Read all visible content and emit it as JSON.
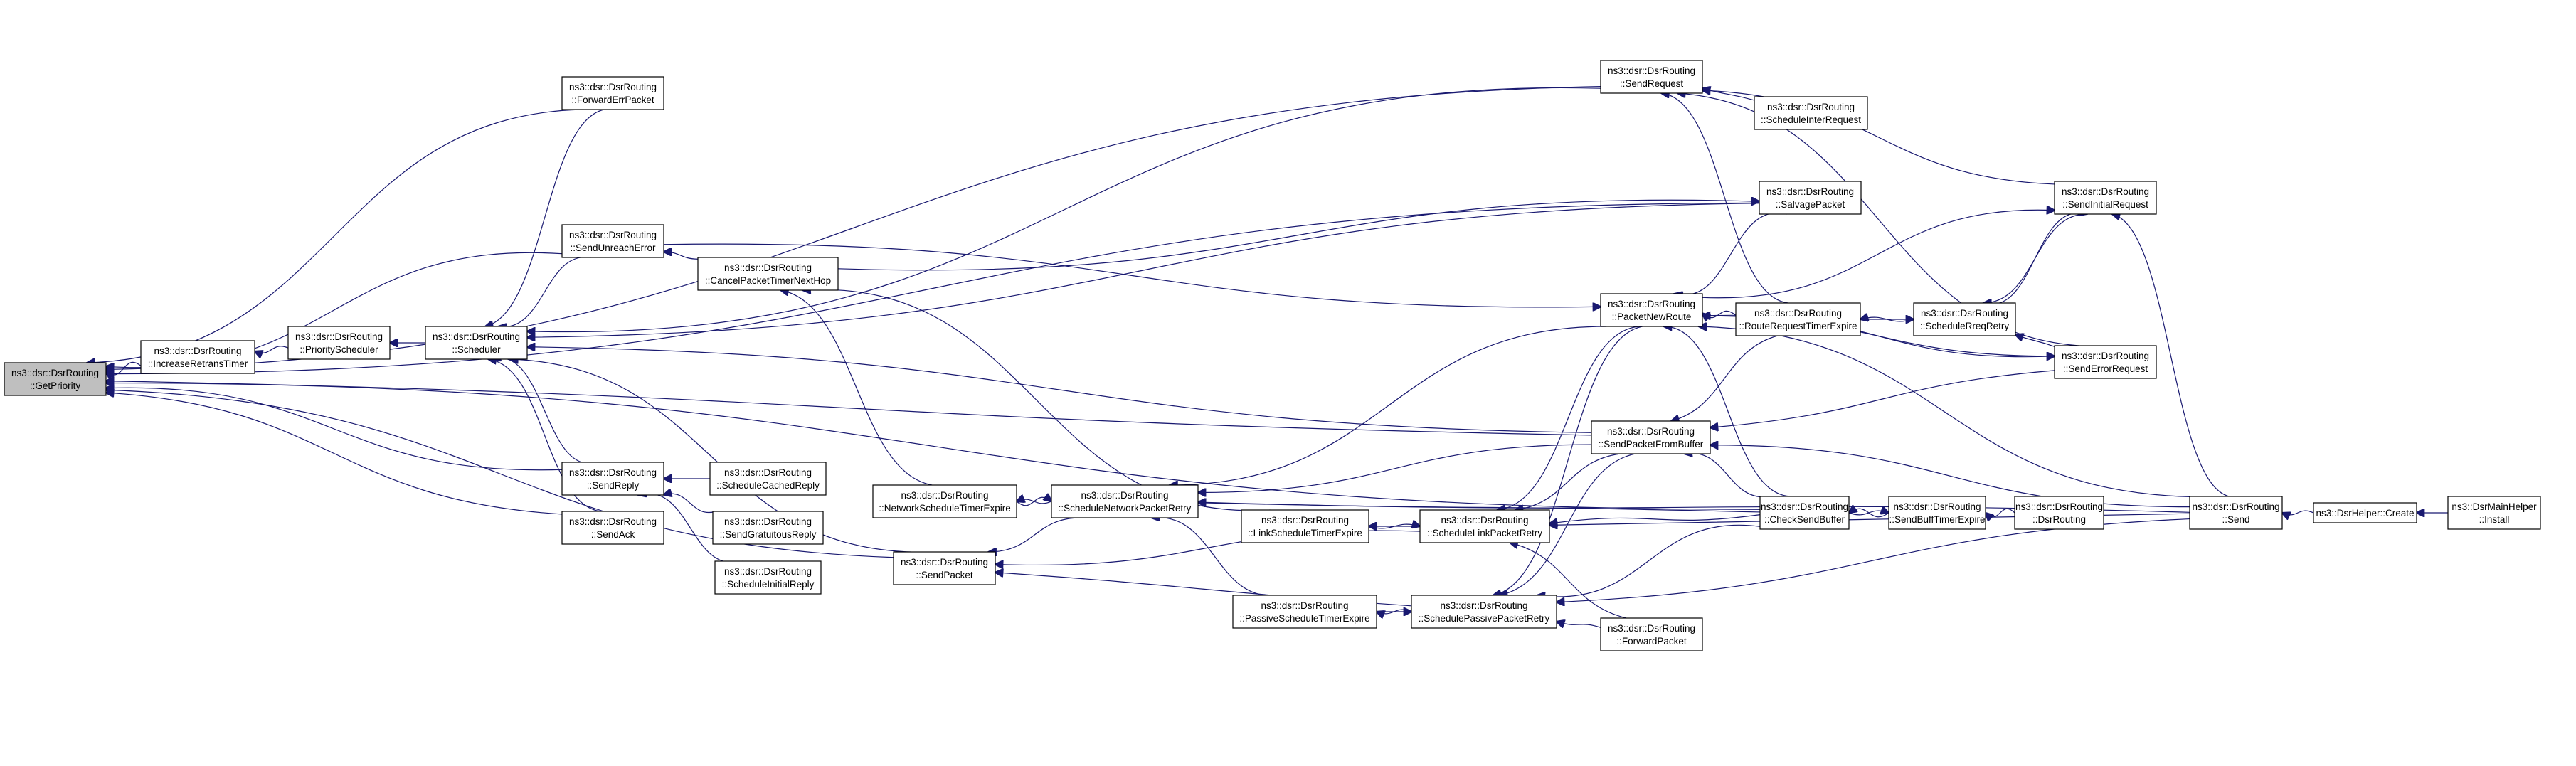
{
  "diagram": {
    "type": "call-graph",
    "title": "Caller graph of ns3::dsr::DsrRouting::GetPriority",
    "root": "GetPriority",
    "nodes": [
      {
        "id": "GetPriority",
        "line1": "ns3::dsr::DsrRouting",
        "line2": "::GetPriority",
        "highlighted": true
      },
      {
        "id": "IncreaseRetransTimer",
        "line1": "ns3::dsr::DsrRouting",
        "line2": "::IncreaseRetransTimer"
      },
      {
        "id": "PriorityScheduler",
        "line1": "ns3::dsr::DsrRouting",
        "line2": "::PriorityScheduler"
      },
      {
        "id": "Scheduler",
        "line1": "ns3::dsr::DsrRouting",
        "line2": "::Scheduler"
      },
      {
        "id": "ForwardErrPacket",
        "line1": "ns3::dsr::DsrRouting",
        "line2": "::ForwardErrPacket"
      },
      {
        "id": "SendUnreachError",
        "line1": "ns3::dsr::DsrRouting",
        "line2": "::SendUnreachError"
      },
      {
        "id": "CancelPacketTimerNextHop",
        "line1": "ns3::dsr::DsrRouting",
        "line2": "::CancelPacketTimerNextHop"
      },
      {
        "id": "SendReply",
        "line1": "ns3::dsr::DsrRouting",
        "line2": "::SendReply"
      },
      {
        "id": "SendAck",
        "line1": "ns3::dsr::DsrRouting",
        "line2": "::SendAck"
      },
      {
        "id": "ScheduleCachedReply",
        "line1": "ns3::dsr::DsrRouting",
        "line2": "::ScheduleCachedReply"
      },
      {
        "id": "SendGratuitousReply",
        "line1": "ns3::dsr::DsrRouting",
        "line2": "::SendGratuitousReply"
      },
      {
        "id": "ScheduleInitialReply",
        "line1": "ns3::dsr::DsrRouting",
        "line2": "::ScheduleInitialReply"
      },
      {
        "id": "SendPacket",
        "line1": "ns3::dsr::DsrRouting",
        "line2": "::SendPacket"
      },
      {
        "id": "NetworkScheduleTimerExpire",
        "line1": "ns3::dsr::DsrRouting",
        "line2": "::NetworkScheduleTimerExpire"
      },
      {
        "id": "ScheduleNetworkPacketRetry",
        "line1": "ns3::dsr::DsrRouting",
        "line2": "::ScheduleNetworkPacketRetry"
      },
      {
        "id": "LinkScheduleTimerExpire",
        "line1": "ns3::dsr::DsrRouting",
        "line2": "::LinkScheduleTimerExpire"
      },
      {
        "id": "ScheduleLinkPacketRetry",
        "line1": "ns3::dsr::DsrRouting",
        "line2": "::ScheduleLinkPacketRetry"
      },
      {
        "id": "PassiveScheduleTimerExpire",
        "line1": "ns3::dsr::DsrRouting",
        "line2": "::PassiveScheduleTimerExpire"
      },
      {
        "id": "SchedulePassivePacketRetry",
        "line1": "ns3::dsr::DsrRouting",
        "line2": "::SchedulePassivePacketRetry"
      },
      {
        "id": "SendRequest",
        "line1": "ns3::dsr::DsrRouting",
        "line2": "::SendRequest"
      },
      {
        "id": "ScheduleInterRequest",
        "line1": "ns3::dsr::DsrRouting",
        "line2": "::ScheduleInterRequest"
      },
      {
        "id": "SalvagePacket",
        "line1": "ns3::dsr::DsrRouting",
        "line2": "::SalvagePacket"
      },
      {
        "id": "PacketNewRoute",
        "line1": "ns3::dsr::DsrRouting",
        "line2": "::PacketNewRoute"
      },
      {
        "id": "RouteRequestTimerExpire",
        "line1": "ns3::dsr::DsrRouting",
        "line2": "::RouteRequestTimerExpire"
      },
      {
        "id": "SendPacketFromBuffer",
        "line1": "ns3::dsr::DsrRouting",
        "line2": "::SendPacketFromBuffer"
      },
      {
        "id": "ForwardPacket",
        "line1": "ns3::dsr::DsrRouting",
        "line2": "::ForwardPacket"
      },
      {
        "id": "CheckSendBuffer",
        "line1": "ns3::dsr::DsrRouting",
        "line2": "::CheckSendBuffer"
      },
      {
        "id": "SendBuffTimerExpire",
        "line1": "ns3::dsr::DsrRouting",
        "line2": "::SendBuffTimerExpire"
      },
      {
        "id": "DsrRoutingCtor",
        "line1": "ns3::dsr::DsrRouting",
        "line2": "::DsrRouting"
      },
      {
        "id": "SendInitialRequest",
        "line1": "ns3::dsr::DsrRouting",
        "line2": "::SendInitialRequest"
      },
      {
        "id": "ScheduleRreqRetry",
        "line1": "ns3::dsr::DsrRouting",
        "line2": "::ScheduleRreqRetry"
      },
      {
        "id": "SendErrorRequest",
        "line1": "ns3::dsr::DsrRouting",
        "line2": "::SendErrorRequest"
      },
      {
        "id": "Send",
        "line1": "ns3::dsr::DsrRouting",
        "line2": "::Send"
      },
      {
        "id": "DsrHelperCreate",
        "line1": "ns3::DsrHelper::Create",
        "line2": ""
      },
      {
        "id": "DsrMainHelperInstall",
        "line1": "ns3::DsrMainHelper",
        "line2": "::Install"
      }
    ],
    "edges": [
      [
        "IncreaseRetransTimer",
        "GetPriority"
      ],
      [
        "PriorityScheduler",
        "IncreaseRetransTimer"
      ],
      [
        "Scheduler",
        "PriorityScheduler"
      ],
      [
        "ForwardErrPacket",
        "GetPriority"
      ],
      [
        "ForwardErrPacket",
        "Scheduler"
      ],
      [
        "SendUnreachError",
        "GetPriority"
      ],
      [
        "SendUnreachError",
        "Scheduler"
      ],
      [
        "CancelPacketTimerNextHop",
        "SendUnreachError"
      ],
      [
        "SendReply",
        "GetPriority"
      ],
      [
        "SendReply",
        "Scheduler"
      ],
      [
        "SendAck",
        "GetPriority"
      ],
      [
        "SendAck",
        "Scheduler"
      ],
      [
        "ScheduleCachedReply",
        "SendReply"
      ],
      [
        "SendGratuitousReply",
        "SendReply"
      ],
      [
        "ScheduleInitialReply",
        "SendReply"
      ],
      [
        "SendPacket",
        "GetPriority"
      ],
      [
        "SendPacket",
        "Scheduler"
      ],
      [
        "ScheduleNetworkPacketRetry",
        "SendPacket"
      ],
      [
        "ScheduleNetworkPacketRetry",
        "NetworkScheduleTimerExpire"
      ],
      [
        "NetworkScheduleTimerExpire",
        "ScheduleNetworkPacketRetry"
      ],
      [
        "NetworkScheduleTimerExpire",
        "CancelPacketTimerNextHop"
      ],
      [
        "ScheduleLinkPacketRetry",
        "SendPacket"
      ],
      [
        "ScheduleLinkPacketRetry",
        "LinkScheduleTimerExpire"
      ],
      [
        "LinkScheduleTimerExpire",
        "ScheduleLinkPacketRetry"
      ],
      [
        "LinkScheduleTimerExpire",
        "CancelPacketTimerNextHop"
      ],
      [
        "SchedulePassivePacketRetry",
        "SendPacket"
      ],
      [
        "SchedulePassivePacketRetry",
        "PassiveScheduleTimerExpire"
      ],
      [
        "PassiveScheduleTimerExpire",
        "SchedulePassivePacketRetry"
      ],
      [
        "PassiveScheduleTimerExpire",
        "ScheduleNetworkPacketRetry"
      ],
      [
        "SendRequest",
        "GetPriority"
      ],
      [
        "SendRequest",
        "Scheduler"
      ],
      [
        "ScheduleInterRequest",
        "SendRequest"
      ],
      [
        "SalvagePacket",
        "GetPriority"
      ],
      [
        "SalvagePacket",
        "Scheduler"
      ],
      [
        "CancelPacketTimerNextHop",
        "SalvagePacket"
      ],
      [
        "SalvagePacket",
        "PacketNewRoute"
      ],
      [
        "SendUnreachError",
        "PacketNewRoute"
      ],
      [
        "PacketNewRoute",
        "ScheduleNetworkPacketRetry"
      ],
      [
        "PacketNewRoute",
        "ScheduleLinkPacketRetry"
      ],
      [
        "PacketNewRoute",
        "SchedulePassivePacketRetry"
      ],
      [
        "RouteRequestTimerExpire",
        "PacketNewRoute"
      ],
      [
        "RouteRequestTimerExpire",
        "SendRequest"
      ],
      [
        "RouteRequestTimerExpire",
        "ScheduleRreqRetry"
      ],
      [
        "ScheduleRreqRetry",
        "RouteRequestTimerExpire"
      ],
      [
        "RouteRequestTimerExpire",
        "SendPacketFromBuffer"
      ],
      [
        "SendPacketFromBuffer",
        "GetPriority"
      ],
      [
        "SendPacketFromBuffer",
        "Scheduler"
      ],
      [
        "SendPacketFromBuffer",
        "ScheduleNetworkPacketRetry"
      ],
      [
        "SendPacketFromBuffer",
        "ScheduleLinkPacketRetry"
      ],
      [
        "SendPacketFromBuffer",
        "SchedulePassivePacketRetry"
      ],
      [
        "ForwardPacket",
        "ScheduleLinkPacketRetry"
      ],
      [
        "ForwardPacket",
        "SchedulePassivePacketRetry"
      ],
      [
        "CheckSendBuffer",
        "PacketNewRoute"
      ],
      [
        "CheckSendBuffer",
        "SendPacketFromBuffer"
      ],
      [
        "CheckSendBuffer",
        "ScheduleLinkPacketRetry"
      ],
      [
        "CheckSendBuffer",
        "SchedulePassivePacketRetry"
      ],
      [
        "CheckSendBuffer",
        "ScheduleNetworkPacketRetry"
      ],
      [
        "CheckSendBuffer",
        "GetPriority"
      ],
      [
        "CheckSendBuffer",
        "SendBuffTimerExpire"
      ],
      [
        "SendBuffTimerExpire",
        "CheckSendBuffer"
      ],
      [
        "DsrRoutingCtor",
        "SendBuffTimerExpire"
      ],
      [
        "SendInitialRequest",
        "SendRequest"
      ],
      [
        "SendInitialRequest",
        "ScheduleRreqRetry"
      ],
      [
        "PacketNewRoute",
        "SendInitialRequest"
      ],
      [
        "ScheduleRreqRetry",
        "SendInitialRequest"
      ],
      [
        "SendErrorRequest",
        "SendRequest"
      ],
      [
        "SendErrorRequest",
        "ScheduleRreqRetry"
      ],
      [
        "PacketNewRoute",
        "SendErrorRequest"
      ],
      [
        "SendErrorRequest",
        "PacketNewRoute"
      ],
      [
        "SendErrorRequest",
        "SendPacketFromBuffer"
      ],
      [
        "Send",
        "SendInitialRequest"
      ],
      [
        "Send",
        "PacketNewRoute"
      ],
      [
        "Send",
        "SendPacketFromBuffer"
      ],
      [
        "Send",
        "ScheduleLinkPacketRetry"
      ],
      [
        "Send",
        "SchedulePassivePacketRetry"
      ],
      [
        "Send",
        "ScheduleNetworkPacketRetry"
      ],
      [
        "DsrHelperCreate",
        "Send"
      ],
      [
        "DsrMainHelperInstall",
        "DsrHelperCreate"
      ]
    ],
    "colors": {
      "edge": "#191970",
      "node_border": "#000000",
      "node_fill": "#ffffff",
      "root_fill": "#bfbfbf"
    }
  }
}
